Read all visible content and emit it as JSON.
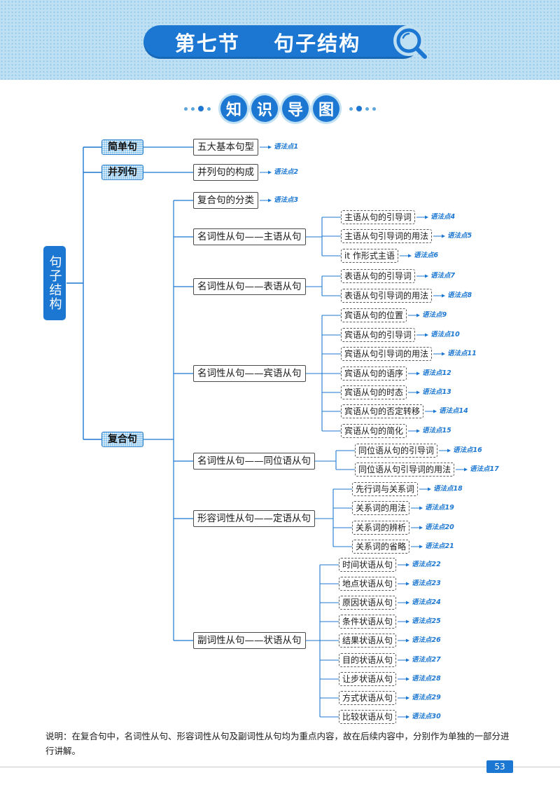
{
  "header": {
    "title": "第七节    句子结构",
    "subtitle_chars": [
      "知",
      "识",
      "导",
      "图"
    ]
  },
  "mindmap": {
    "root": "句子结构",
    "branches": [
      {
        "label": "简单句",
        "children": [
          {
            "label": "五大基本句型",
            "ref": "语法点1",
            "children": []
          }
        ]
      },
      {
        "label": "并列句",
        "children": [
          {
            "label": "并列句的构成",
            "ref": "语法点2",
            "children": []
          }
        ]
      },
      {
        "label": "复合句",
        "children": [
          {
            "label": "复合句的分类",
            "ref": "语法点3",
            "children": []
          },
          {
            "label": "名词性从句——主语从句",
            "ref": "",
            "children": [
              {
                "label": "主语从句的引导词",
                "ref": "语法点4"
              },
              {
                "label": "主语从句引导词的用法",
                "ref": "语法点5"
              },
              {
                "label": "it 作形式主语",
                "ref": "语法点6"
              }
            ]
          },
          {
            "label": "名词性从句——表语从句",
            "ref": "",
            "children": [
              {
                "label": "表语从句的引导词",
                "ref": "语法点7"
              },
              {
                "label": "表语从句引导词的用法",
                "ref": "语法点8"
              }
            ]
          },
          {
            "label": "名词性从句——宾语从句",
            "ref": "",
            "children": [
              {
                "label": "宾语从句的位置",
                "ref": "语法点9"
              },
              {
                "label": "宾语从句的引导词",
                "ref": "语法点10"
              },
              {
                "label": "宾语从句引导词的用法",
                "ref": "语法点11"
              },
              {
                "label": "宾语从句的语序",
                "ref": "语法点12"
              },
              {
                "label": "宾语从句的时态",
                "ref": "语法点13"
              },
              {
                "label": "宾语从句的否定转移",
                "ref": "语法点14"
              },
              {
                "label": "宾语从句的简化",
                "ref": "语法点15"
              }
            ]
          },
          {
            "label": "名词性从句——同位语从句",
            "ref": "",
            "children": [
              {
                "label": "同位语从句的引导词",
                "ref": "语法点16"
              },
              {
                "label": "同位语从句引导词的用法",
                "ref": "语法点17"
              }
            ]
          },
          {
            "label": "形容词性从句——定语从句",
            "ref": "",
            "children": [
              {
                "label": "先行词与关系词",
                "ref": "语法点18"
              },
              {
                "label": "关系词的用法",
                "ref": "语法点19"
              },
              {
                "label": "关系词的辨析",
                "ref": "语法点20"
              },
              {
                "label": "关系词的省略",
                "ref": "语法点21"
              }
            ]
          },
          {
            "label": "副词性从句——状语从句",
            "ref": "",
            "children": [
              {
                "label": "时间状语从句",
                "ref": "语法点22"
              },
              {
                "label": "地点状语从句",
                "ref": "语法点23"
              },
              {
                "label": "原因状语从句",
                "ref": "语法点24"
              },
              {
                "label": "条件状语从句",
                "ref": "语法点25"
              },
              {
                "label": "结果状语从句",
                "ref": "语法点26"
              },
              {
                "label": "目的状语从句",
                "ref": "语法点27"
              },
              {
                "label": "让步状语从句",
                "ref": "语法点28"
              },
              {
                "label": "方式状语从句",
                "ref": "语法点29"
              },
              {
                "label": "比较状语从句",
                "ref": "语法点30"
              }
            ]
          }
        ]
      }
    ]
  },
  "note": {
    "label": "说明：",
    "text": "在复合句中，名词性从句、形容词性从句及副词性从句均为重点内容，故在后续内容中，分别作为单独的一部分进行讲解。"
  },
  "page_number": "53",
  "colors": {
    "accent": "#1c77d2",
    "band": "#bfe0f3",
    "node_fill": "#8dc6ef"
  }
}
